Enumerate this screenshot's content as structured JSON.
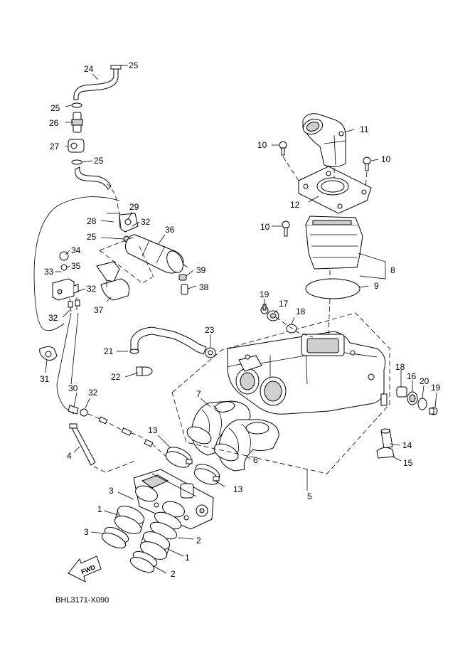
{
  "diagram_code": "BHL3171-X090",
  "forward_label": "FWD",
  "callouts": {
    "p1a": "1",
    "p1b": "1",
    "p2a": "2",
    "p2b": "2",
    "p3a": "3",
    "p3b": "3",
    "p4": "4",
    "p5": "5",
    "p6": "6",
    "p7": "7",
    "p8": "8",
    "p9": "9",
    "p10a": "10",
    "p10b": "10",
    "p10c": "10",
    "p11": "11",
    "p12": "12",
    "p13a": "13",
    "p13b": "13",
    "p14": "14",
    "p15": "15",
    "p16": "16",
    "p17": "17",
    "p18a": "18",
    "p18b": "18",
    "p19a": "19",
    "p19b": "19",
    "p20": "20",
    "p21": "21",
    "p22": "22",
    "p23": "23",
    "p24": "24",
    "p25a": "25",
    "p25b": "25",
    "p25c": "25",
    "p25d": "25",
    "p26": "26",
    "p27": "27",
    "p28": "28",
    "p29": "29",
    "p30": "30",
    "p31": "31",
    "p32a": "32",
    "p32b": "32",
    "p32c": "32",
    "p32d": "32",
    "p33": "33",
    "p34": "34",
    "p35": "35",
    "p36": "36",
    "p37": "37",
    "p38": "38",
    "p39": "39"
  }
}
